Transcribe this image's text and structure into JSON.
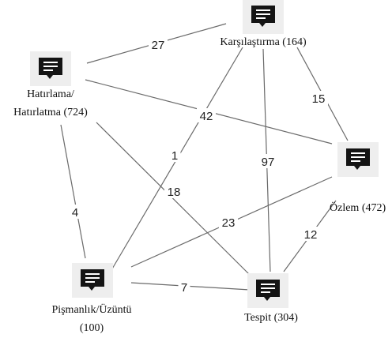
{
  "diagram": {
    "nodes": [
      {
        "id": "karsilastirma",
        "lines": [
          "Karşılaştırma (164)"
        ],
        "icon": "message-icon"
      },
      {
        "id": "hatirlama",
        "lines": [
          "Hatırlama/",
          "Hatırlatma (724)"
        ],
        "icon": "message-icon"
      },
      {
        "id": "ozlem",
        "lines": [
          "Özlem (472)"
        ],
        "icon": "message-icon"
      },
      {
        "id": "pismanlik",
        "lines": [
          "Pişmanlık/Üzüntü",
          "(100)"
        ],
        "icon": "message-icon"
      },
      {
        "id": "tespit",
        "lines": [
          "Tespit (304)"
        ],
        "icon": "message-icon"
      }
    ],
    "edges": [
      {
        "from": "karsilastirma",
        "to": "hatirlama",
        "weight": "27"
      },
      {
        "from": "karsilastirma",
        "to": "ozlem",
        "weight": "15"
      },
      {
        "from": "karsilastirma",
        "to": "pismanlik",
        "weight": "1"
      },
      {
        "from": "karsilastirma",
        "to": "tespit",
        "weight": "97"
      },
      {
        "from": "hatirlama",
        "to": "ozlem",
        "weight": "42"
      },
      {
        "from": "hatirlama",
        "to": "pismanlik",
        "weight": "4"
      },
      {
        "from": "hatirlama",
        "to": "tespit",
        "weight": "18"
      },
      {
        "from": "ozlem",
        "to": "pismanlik",
        "weight": "23"
      },
      {
        "from": "ozlem",
        "to": "tespit",
        "weight": "12"
      },
      {
        "from": "pismanlik",
        "to": "tespit",
        "weight": "7"
      }
    ],
    "colors": {
      "icon": "#141414",
      "icon_background": "#eeeeee",
      "edge": "#6a6a6a"
    }
  }
}
